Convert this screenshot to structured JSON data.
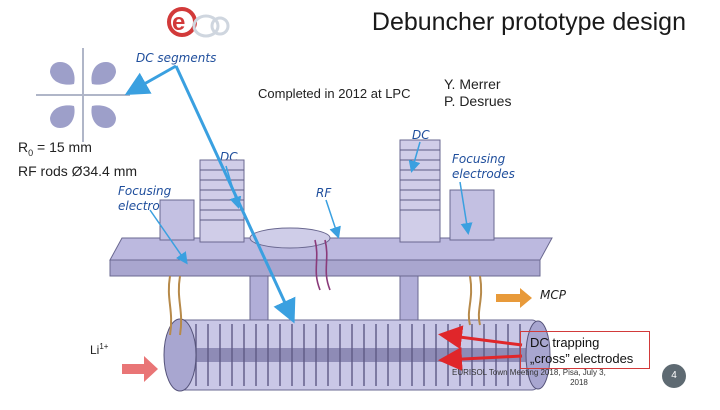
{
  "slide": {
    "title": "Debuncher prototype design",
    "logo_text": "e",
    "labels": {
      "dc_segments": "DC segments",
      "completed": "Completed in 2012 at LPC",
      "authors": [
        "Y. Merrer",
        "P. Desrues"
      ],
      "r0": "R0 = 15 mm",
      "r0_main": "R",
      "r0_sub": "0",
      "r0_rest": " = 15 mm",
      "rf_rods": "RF rods Ø34.4 mm",
      "focusing_left": [
        "Focusing",
        "electrodes"
      ],
      "focusing_right": [
        "Focusing",
        "electrodes"
      ],
      "dc_left": "DC",
      "dc_top": "DC",
      "rf": "RF",
      "mcp": "MCP",
      "li": "Li",
      "li_sup": "1+",
      "dc_trapping": [
        "DC trapping",
        "„cross” electrodes"
      ],
      "footer": [
        "EURISOL Town Meeting 2018, Pisa, July 3,",
        "2018"
      ],
      "page": "4"
    },
    "colors": {
      "accent_blue": "#1f4e9c",
      "arrow_blue": "#3aa0e0",
      "arrow_red": "#e0262a",
      "arrow_orange": "#e89a3a",
      "machine_lilac": "#b9b6dc"
    }
  }
}
